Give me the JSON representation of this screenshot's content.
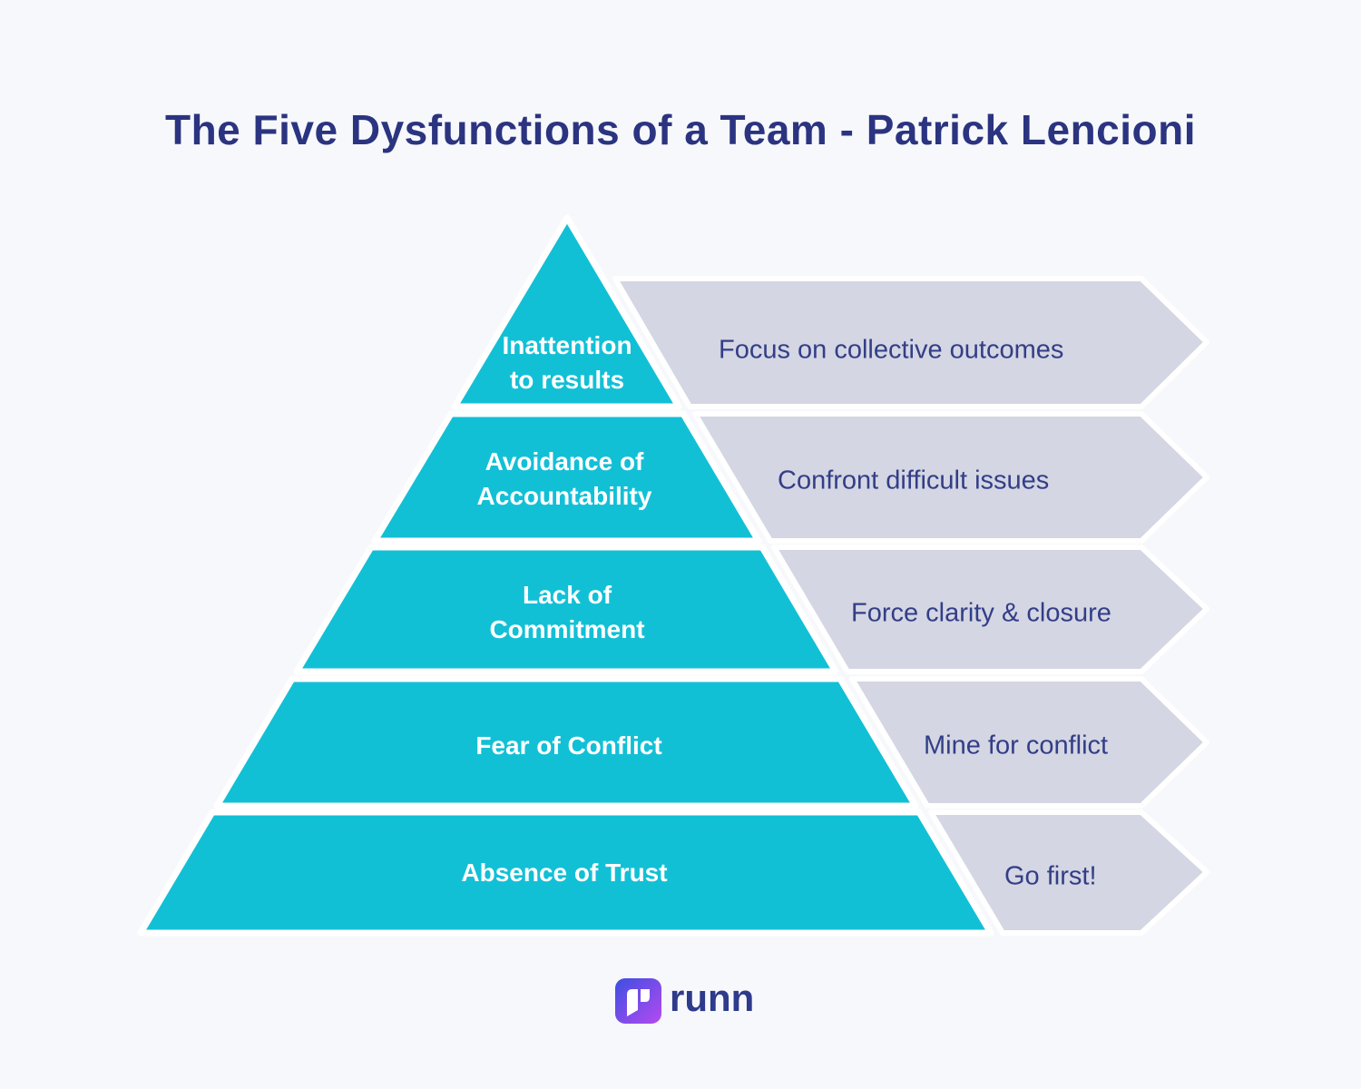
{
  "title": "The Five Dysfunctions of a Team - Patrick Lencioni",
  "pyramid": {
    "levels": [
      {
        "label": "Inattention\nto results",
        "action": "Focus on collective outcomes"
      },
      {
        "label": "Avoidance of\nAccountability",
        "action": "Confront difficult issues"
      },
      {
        "label": "Lack of\nCommitment",
        "action": "Force clarity & closure"
      },
      {
        "label": "Fear of Conflict",
        "action": "Mine for conflict"
      },
      {
        "label": "Absence of Trust",
        "action": "Go first!"
      }
    ]
  },
  "logo": {
    "icon": "runn-r-mark",
    "wordmark": "runn"
  },
  "colors": {
    "background": "#f7f8fb",
    "pyramid_fill": "#12c0d6",
    "arrow_fill": "#d4d6e3",
    "title_text": "#2b3480",
    "arrow_text": "#333e87",
    "level_text": "#ffffff",
    "outline": "#ffffff",
    "logo_gradient_start": "#3d4fe2",
    "logo_gradient_end": "#b44af0",
    "wordmark_text": "#2e3a8c"
  }
}
